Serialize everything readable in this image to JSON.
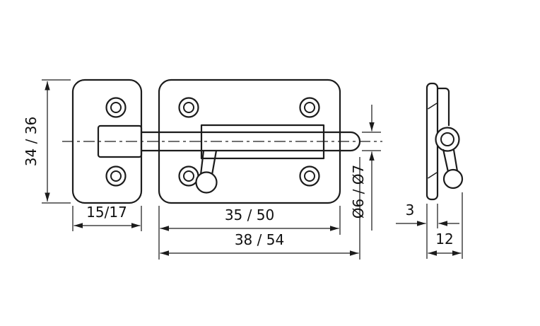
{
  "drawing": {
    "name": "barrel-bolt-latch-dimensioned-drawing",
    "colors": {
      "line": "#1c1c1c",
      "background": "#ffffff"
    },
    "labels": {
      "overall_height": "34 / 36",
      "keeper_width": "15/17",
      "body_length": "35 / 50",
      "overall_length": "38 / 54",
      "bolt_diameter": "Ø6 / Ø7",
      "plate_thickness": "3",
      "side_depth": "12"
    }
  }
}
